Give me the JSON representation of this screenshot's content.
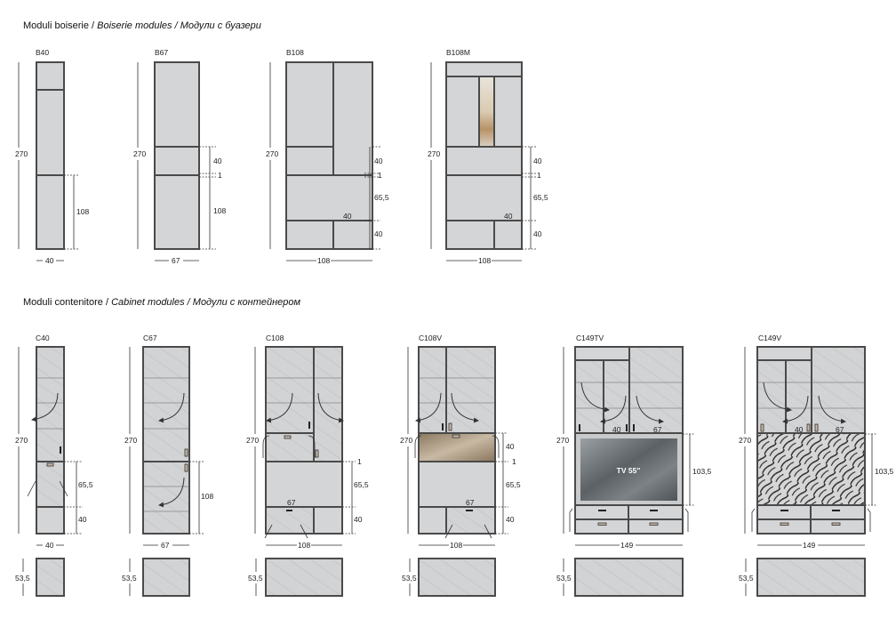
{
  "sections": [
    {
      "title_plain": "Moduli boiserie / ",
      "title_italic": "Boiserie modules / Модули с буазери"
    },
    {
      "title_plain": "Moduli contenitore / ",
      "title_italic": "Cabinet modules / Модули с контейнером"
    }
  ],
  "modules": [
    {
      "name": "B40",
      "height": "270",
      "width": "40",
      "dims": [
        "108"
      ]
    },
    {
      "name": "B67",
      "height": "270",
      "width": "67",
      "dims": [
        "40",
        "1",
        "108"
      ]
    },
    {
      "name": "B108",
      "height": "270",
      "width": "108",
      "dims": [
        "40",
        "1",
        "65,5",
        "40"
      ],
      "inner": [
        "40"
      ]
    },
    {
      "name": "B108M",
      "height": "270",
      "width": "108",
      "dims": [
        "40",
        "1",
        "65,5",
        "40"
      ],
      "inner": [
        "40"
      ]
    },
    {
      "name": "C40",
      "height": "270",
      "width": "40",
      "depth": "53,5",
      "dims": [
        "65,5",
        "40"
      ]
    },
    {
      "name": "C67",
      "height": "270",
      "width": "67",
      "depth": "53,5",
      "dims": [
        "108"
      ]
    },
    {
      "name": "C108",
      "height": "270",
      "width": "108",
      "depth": "53,5",
      "dims": [
        "1",
        "65,5",
        "40"
      ],
      "inner": [
        "67"
      ]
    },
    {
      "name": "C108V",
      "height": "270",
      "width": "108",
      "depth": "53,5",
      "dims": [
        "40",
        "1",
        "65,5",
        "40"
      ],
      "inner": [
        "67"
      ]
    },
    {
      "name": "C149TV",
      "height": "270",
      "width": "149",
      "depth": "53,5",
      "dims": [
        "103,5"
      ],
      "inner": [
        "40",
        "67"
      ],
      "tv_label": "TV 55\""
    },
    {
      "name": "C149V",
      "height": "270",
      "width": "149",
      "depth": "53,5",
      "dims": [
        "103,5"
      ],
      "inner": [
        "40",
        "67"
      ]
    }
  ],
  "colors": {
    "panel": "#d4d5d7",
    "frame": "#4a4a4a",
    "bronze_mirror": "#a08c72",
    "tv_screen": "#6b7074"
  }
}
